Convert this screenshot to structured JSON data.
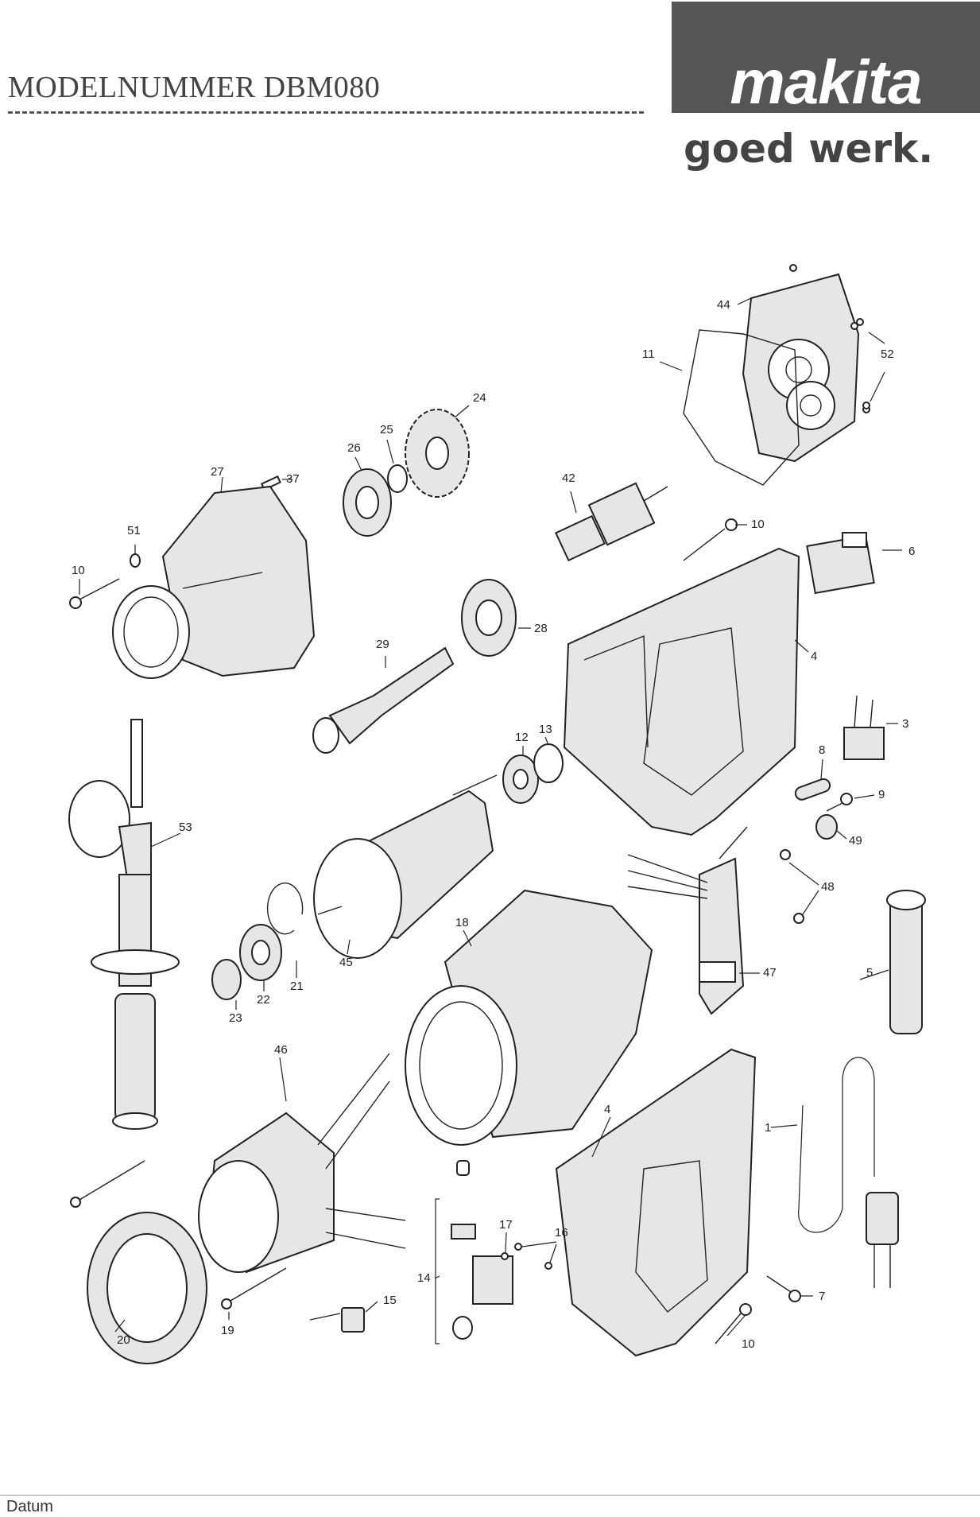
{
  "header": {
    "model_title": "MODELNUMMER  DBM080",
    "brand_logo": "makita",
    "tagline": "goed werk."
  },
  "footer": {
    "date_label": "Datum"
  },
  "parts": {
    "p1": "1",
    "p3": "3",
    "p4a": "4",
    "p4b": "4",
    "p5": "5",
    "p6": "6",
    "p7": "7",
    "p8": "8",
    "p9": "9",
    "p10a": "10",
    "p10b": "10",
    "p10c": "10",
    "p11": "11",
    "p12": "12",
    "p13": "13",
    "p14": "14",
    "p15": "15",
    "p16": "16",
    "p17": "17",
    "p18": "18",
    "p19": "19",
    "p20": "20",
    "p21": "21",
    "p22": "22",
    "p23": "23",
    "p24": "24",
    "p25": "25",
    "p26": "26",
    "p27": "27",
    "p28": "28",
    "p29": "29",
    "p37": "37",
    "p42": "42",
    "p44": "44",
    "p45": "45",
    "p46": "46",
    "p47": "47",
    "p48": "48",
    "p49": "49",
    "p51": "51",
    "p52": "52",
    "p53": "53"
  }
}
